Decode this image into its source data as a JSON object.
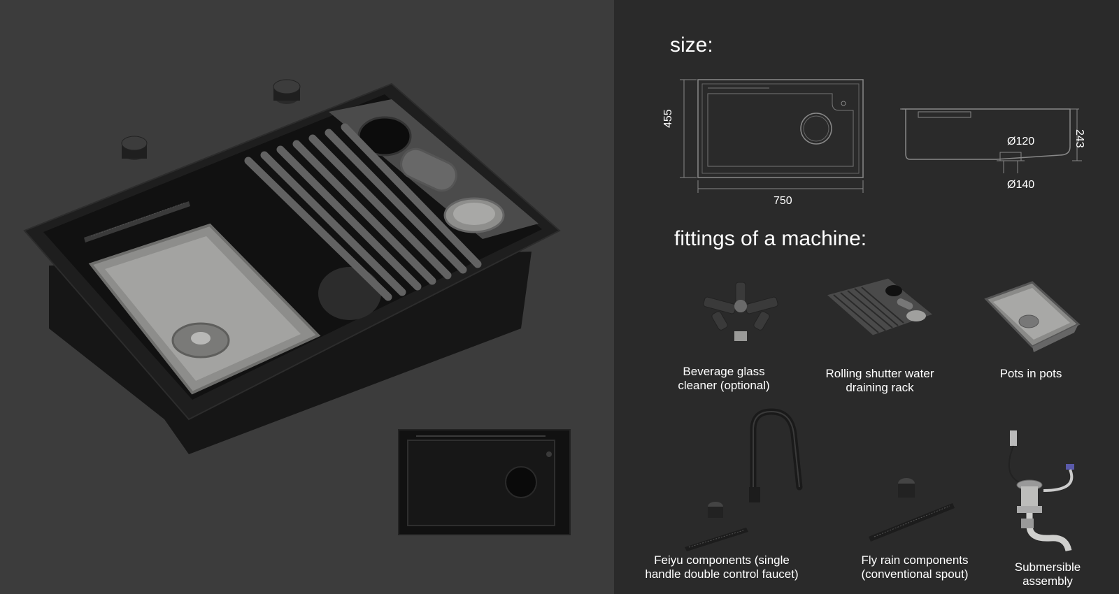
{
  "colors": {
    "left_bg": "#3c3c3c",
    "right_bg": "#2a2a2a",
    "sink_body": "#1b1b1b",
    "steel": "#9a9a98",
    "text": "#ffffff"
  },
  "size": {
    "heading": "size:",
    "dim_height": "455",
    "dim_width": "750",
    "dim_depth": "243",
    "dim_outlet_upper": "Ø120",
    "dim_outlet_lower": "Ø140"
  },
  "fittings": {
    "heading": "fittings of a machine:",
    "items": [
      {
        "label": "Beverage glass cleaner (optional)",
        "icon": "glass-cleaner-icon"
      },
      {
        "label": "Rolling shutter water draining rack",
        "icon": "drain-rack-icon"
      },
      {
        "label": "Pots in pots",
        "icon": "pot-icon"
      },
      {
        "label": "Feiyu components (single handle double control faucet)",
        "icon": "faucet-icon"
      },
      {
        "label": "Fly rain components (conventional spout)",
        "icon": "spout-icon"
      },
      {
        "label": "Submersible assembly",
        "icon": "drain-assembly-icon"
      }
    ]
  }
}
